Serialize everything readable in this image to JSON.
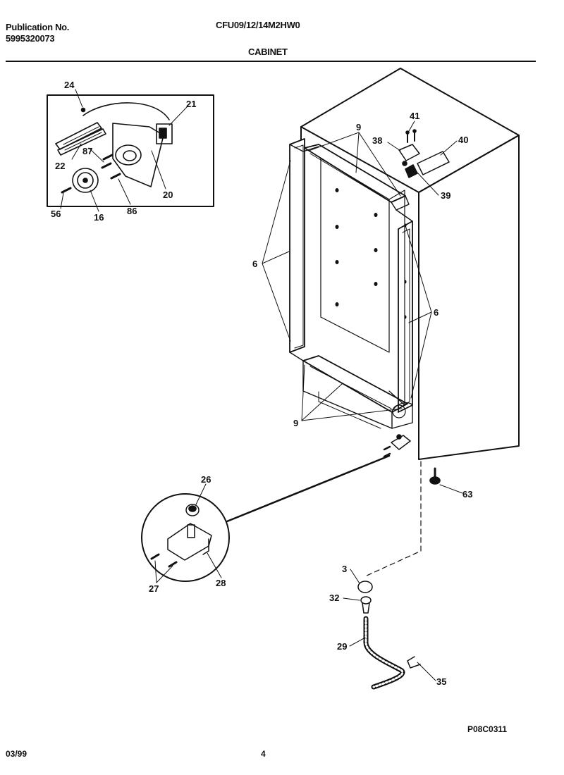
{
  "header": {
    "publication_label": "Publication No.",
    "publication_number": "5995320073",
    "model": "CFU09/12/14M2HW0",
    "section_title": "CABINET"
  },
  "footer": {
    "date": "03/99",
    "page_number": "4",
    "drawing_code": "P08C0311"
  },
  "callouts": {
    "c3": "3",
    "c6a": "6",
    "c6b": "6",
    "c9a": "9",
    "c9b": "9",
    "c16": "16",
    "c20": "20",
    "c21": "21",
    "c22": "22",
    "c24": "24",
    "c26": "26",
    "c27": "27",
    "c28": "28",
    "c29": "29",
    "c32": "32",
    "c35": "35",
    "c38": "38",
    "c39": "39",
    "c40": "40",
    "c41": "41",
    "c56": "56",
    "c63": "63",
    "c86": "86",
    "c87": "87"
  }
}
